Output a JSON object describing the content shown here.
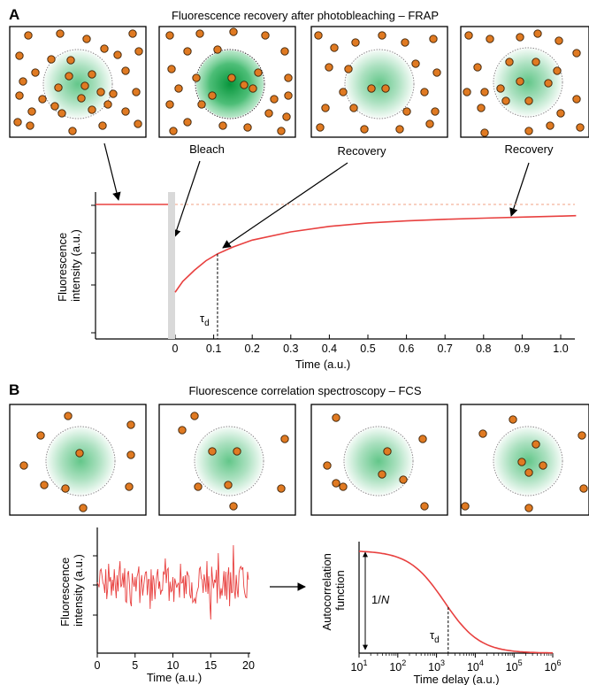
{
  "colors": {
    "molecule": "#e07a22",
    "glow": "#0fa84a",
    "curve": "#e8403f",
    "bleach_bar": "#d9d9d9",
    "dashed_ref": "#f2a183"
  },
  "panel_a": {
    "letter": "A",
    "title": "Fluorescence recovery after photobleaching – FRAP",
    "labels": {
      "bleach": "Bleach",
      "recovery_1": "Recovery",
      "recovery_2": "Recovery"
    },
    "ylabel_line1": "Fluorescence",
    "ylabel_line2": "intensity (a.u.)",
    "xlabel": "Time (a.u.)",
    "tau": "τ",
    "tau_sub": "d",
    "x_ticks": [
      "0",
      "0.1",
      "0.2",
      "0.3",
      "0.4",
      "0.5",
      "0.6",
      "0.7",
      "0.8",
      "0.9",
      "1.0"
    ]
  },
  "panel_b": {
    "letter": "B",
    "title": "Fluorescence correlation spectroscopy – FCS",
    "trace": {
      "ylabel_line1": "Fluorescence",
      "ylabel_line2": "intensity (a.u.)",
      "xlabel": "Time (a.u.)",
      "x_ticks": [
        "0",
        "5",
        "10",
        "15",
        "20"
      ]
    },
    "acf": {
      "ylabel_line1": "Autocorrelation",
      "ylabel_line2": "function",
      "n_label": "1/",
      "n_symbol": "N",
      "tau": "τ",
      "tau_sub": "d",
      "xlabel": "Time delay (a.u.)",
      "x_tick_base": "10",
      "x_tick_exponents": [
        "1",
        "2",
        "3",
        "4",
        "5",
        "6"
      ]
    }
  },
  "chart_data": [
    {
      "type": "line",
      "title": "Fluorescence recovery after photobleaching – FRAP",
      "xlabel": "Time (a.u.)",
      "ylabel": "Fluorescence intensity (a.u.)",
      "xlim": [
        -0.2,
        1.04
      ],
      "ylim": [
        0,
        1.05
      ],
      "grid": false,
      "series": [
        {
          "x": [
            -0.2,
            -0.01,
            -0.01,
            0,
            0.02,
            0.05,
            0.08,
            0.11,
            0.15,
            0.2,
            0.3,
            0.4,
            0.5,
            0.6,
            0.7,
            0.8,
            0.9,
            1.0,
            1.04
          ],
          "y": [
            0.98,
            0.98,
            0.98,
            0.34,
            0.42,
            0.5,
            0.57,
            0.62,
            0.67,
            0.72,
            0.78,
            0.82,
            0.845,
            0.86,
            0.872,
            0.88,
            0.888,
            0.895,
            0.898
          ]
        }
      ],
      "annotations": [
        {
          "text": "τd",
          "x": 0.11
        }
      ]
    },
    {
      "type": "line",
      "xlabel": "Time (a.u.)",
      "ylabel": "Fluorescence intensity (a.u.)",
      "xlim": [
        0,
        20
      ],
      "grid": false,
      "series": [
        {
          "x": [
            0,
            0.5,
            1,
            1.5,
            2,
            2.5,
            3,
            3.5,
            4,
            4.5,
            5,
            5.5,
            6,
            6.5,
            7,
            7.5,
            8,
            8.5,
            9,
            9.5,
            10,
            10.5,
            11,
            11.5,
            12,
            12.5,
            13,
            13.5,
            14,
            14.5,
            15,
            15.5,
            16,
            16.5,
            17,
            17.5,
            18,
            18.5,
            19,
            19.5,
            20
          ],
          "y": [
            0.1,
            0.6,
            -0.3,
            0.8,
            0.2,
            -0.5,
            0.9,
            -0.1,
            0.4,
            -0.8,
            0.3,
            0.7,
            -0.4,
            0.5,
            -0.9,
            0.2,
            0.6,
            -0.2,
            1.0,
            -0.6,
            0.3,
            -0.1,
            0.8,
            -0.5,
            0.4,
            0.1,
            -0.7,
            0.6,
            -0.3,
            0.9,
            -1.3,
            0.2,
            1.2,
            -0.4,
            0.5,
            -0.8,
            1.5,
            -0.2,
            0.7,
            -0.3,
            0.2
          ]
        }
      ]
    },
    {
      "type": "line",
      "xlabel": "Time delay (a.u.)",
      "ylabel": "Autocorrelation function",
      "x_scale": "log",
      "xlim": [
        10,
        1000000
      ],
      "ylim": [
        0,
        1
      ],
      "grid": false,
      "series": [
        {
          "x": [
            10,
            30,
            100,
            300,
            1000,
            2000,
            3000,
            10000,
            30000,
            100000,
            300000,
            1000000
          ],
          "y": [
            1.0,
            0.99,
            0.96,
            0.86,
            0.62,
            0.46,
            0.38,
            0.15,
            0.05,
            0.015,
            0.004,
            0.001
          ]
        }
      ],
      "annotations": [
        {
          "text": "τd",
          "x": 2000
        },
        {
          "text": "1/N"
        }
      ]
    }
  ]
}
